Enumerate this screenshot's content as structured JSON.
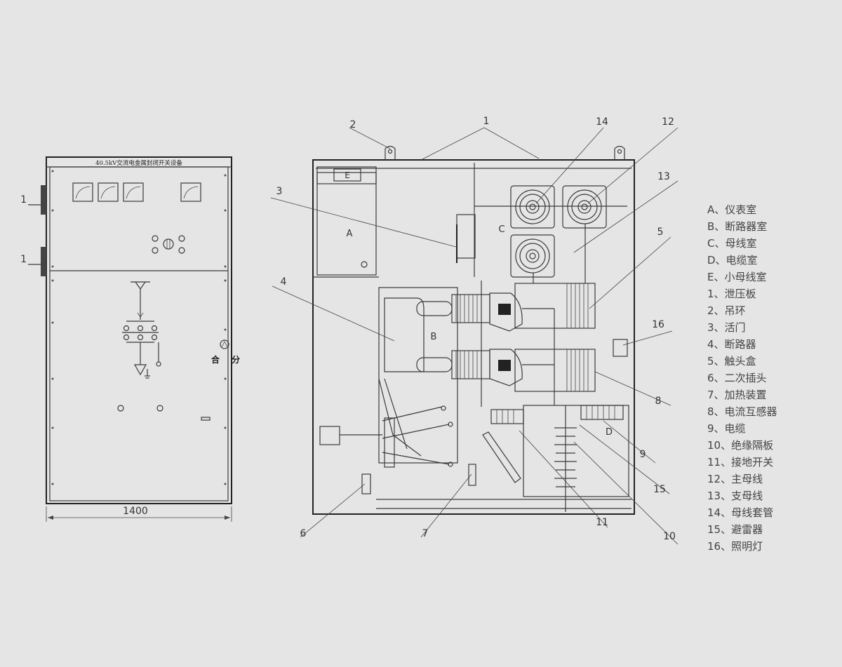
{
  "front_view": {
    "title": "40.5kV交流电金属封闭开关设备",
    "width_dim": "1400",
    "side_marks": [
      "1",
      "1"
    ],
    "switch_close": "合",
    "switch_open": "分"
  },
  "section_view": {
    "compartment_labels": [
      "A",
      "B",
      "C",
      "D",
      "E"
    ],
    "callouts": [
      {
        "num": "1"
      },
      {
        "num": "2"
      },
      {
        "num": "3"
      },
      {
        "num": "4"
      },
      {
        "num": "5"
      },
      {
        "num": "6"
      },
      {
        "num": "7"
      },
      {
        "num": "8"
      },
      {
        "num": "9"
      },
      {
        "num": "10"
      },
      {
        "num": "11"
      },
      {
        "num": "12"
      },
      {
        "num": "13"
      },
      {
        "num": "14"
      },
      {
        "num": "15"
      },
      {
        "num": "16"
      }
    ]
  },
  "legend": [
    "A、仪表室",
    "B、断路器室",
    "C、母线室",
    "D、电缆室",
    "E、小母线室",
    "1、泄压板",
    "2、吊环",
    "3、活门",
    "4、断路器",
    "5、触头盒",
    "6、二次插头",
    "7、加热装置",
    "8、电流互感器",
    "9、电缆",
    "10、绝缘隔板",
    "11、接地开关",
    "12、主母线",
    "13、支母线",
    "14、母线套管",
    "15、避雷器",
    "16、照明灯"
  ],
  "colors": {
    "background": "#e5e5e5",
    "line": "#3a3a3a",
    "text": "#444444"
  }
}
